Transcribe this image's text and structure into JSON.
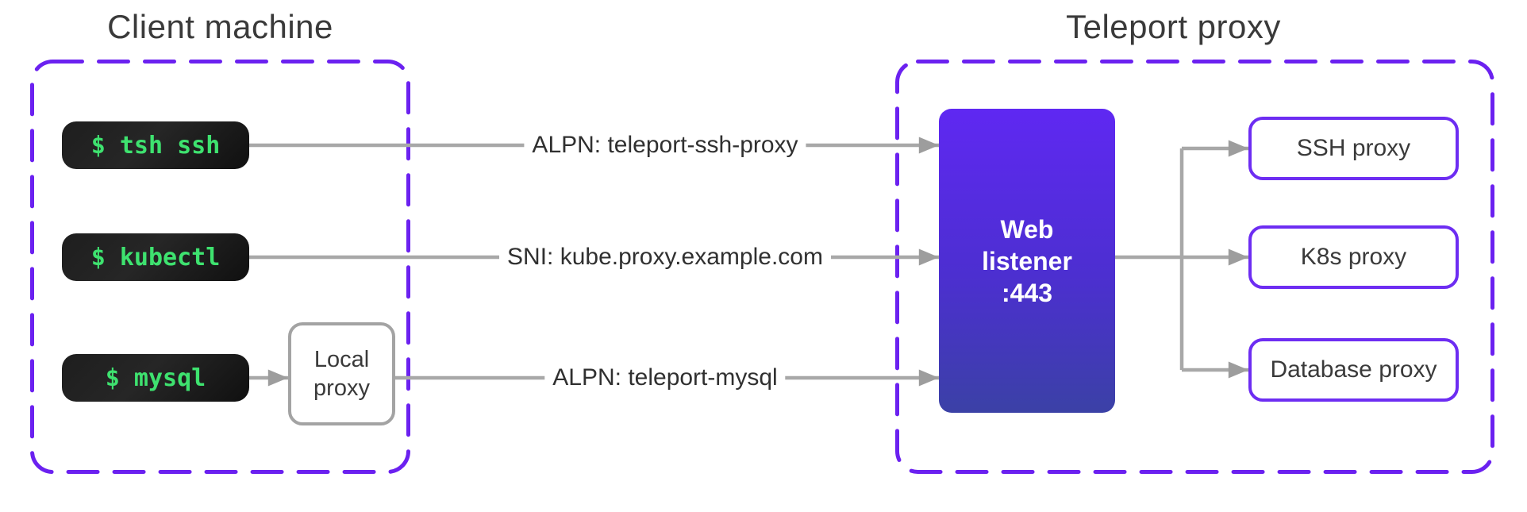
{
  "client_machine": {
    "title": "Client machine",
    "terminals": [
      {
        "command": "$ tsh ssh"
      },
      {
        "command": "$ kubectl"
      },
      {
        "command": "$ mysql"
      }
    ],
    "local_proxy": {
      "label": "Local proxy"
    }
  },
  "connections": [
    {
      "label": "ALPN: teleport-ssh-proxy"
    },
    {
      "label": "SNI: kube.proxy.example.com"
    },
    {
      "label": "ALPN: teleport-mysql"
    }
  ],
  "teleport_proxy": {
    "title": "Teleport proxy",
    "web_listener": {
      "lines": [
        "Web",
        "listener",
        ":443"
      ]
    },
    "proxies": [
      {
        "label": "SSH proxy"
      },
      {
        "label": "K8s proxy"
      },
      {
        "label": "Database proxy"
      }
    ]
  },
  "colors": {
    "boundary_purple": "#6b21f0",
    "proxy_border_purple": "#6d2df2",
    "terminal_green": "#3ee26f",
    "terminal_background": "#1a1a1a",
    "connector_gray": "#a8a8a8",
    "arrowhead_gray": "#9d9d9d",
    "web_listener_gradient_top": "#5f28f2",
    "web_listener_gradient_bottom": "#3b41a6",
    "text_dark": "#3a3a3a"
  }
}
